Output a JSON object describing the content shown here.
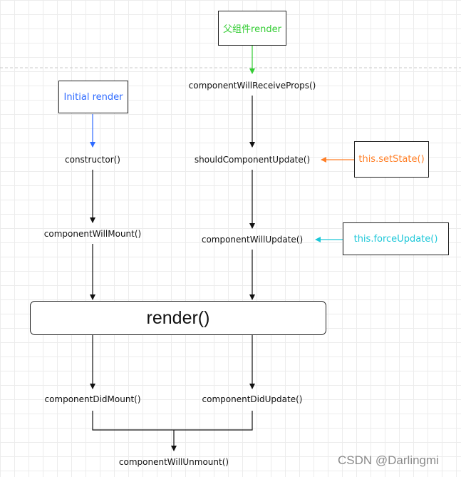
{
  "triggers": {
    "initial_render": "Initial render",
    "parent_render": "父组件render",
    "set_state": "this.setState()",
    "force_update": "this.forceUpdate()"
  },
  "methods": {
    "constructor": "constructor()",
    "will_mount": "componentWillMount()",
    "will_receive_props": "componentWillReceiveProps()",
    "should_update": "shouldComponentUpdate()",
    "will_update": "componentWillUpdate()",
    "render": "render()",
    "did_mount": "componentDidMount()",
    "did_update": "componentDidUpdate()",
    "will_unmount": "componentWillUnmount()"
  },
  "watermark": "CSDN @Darlingmi",
  "colors": {
    "initial_render": "#2f6bff",
    "parent_render": "#33cc33",
    "set_state": "#ff7f27",
    "force_update": "#1cc7d8",
    "arrow": "#111111"
  }
}
